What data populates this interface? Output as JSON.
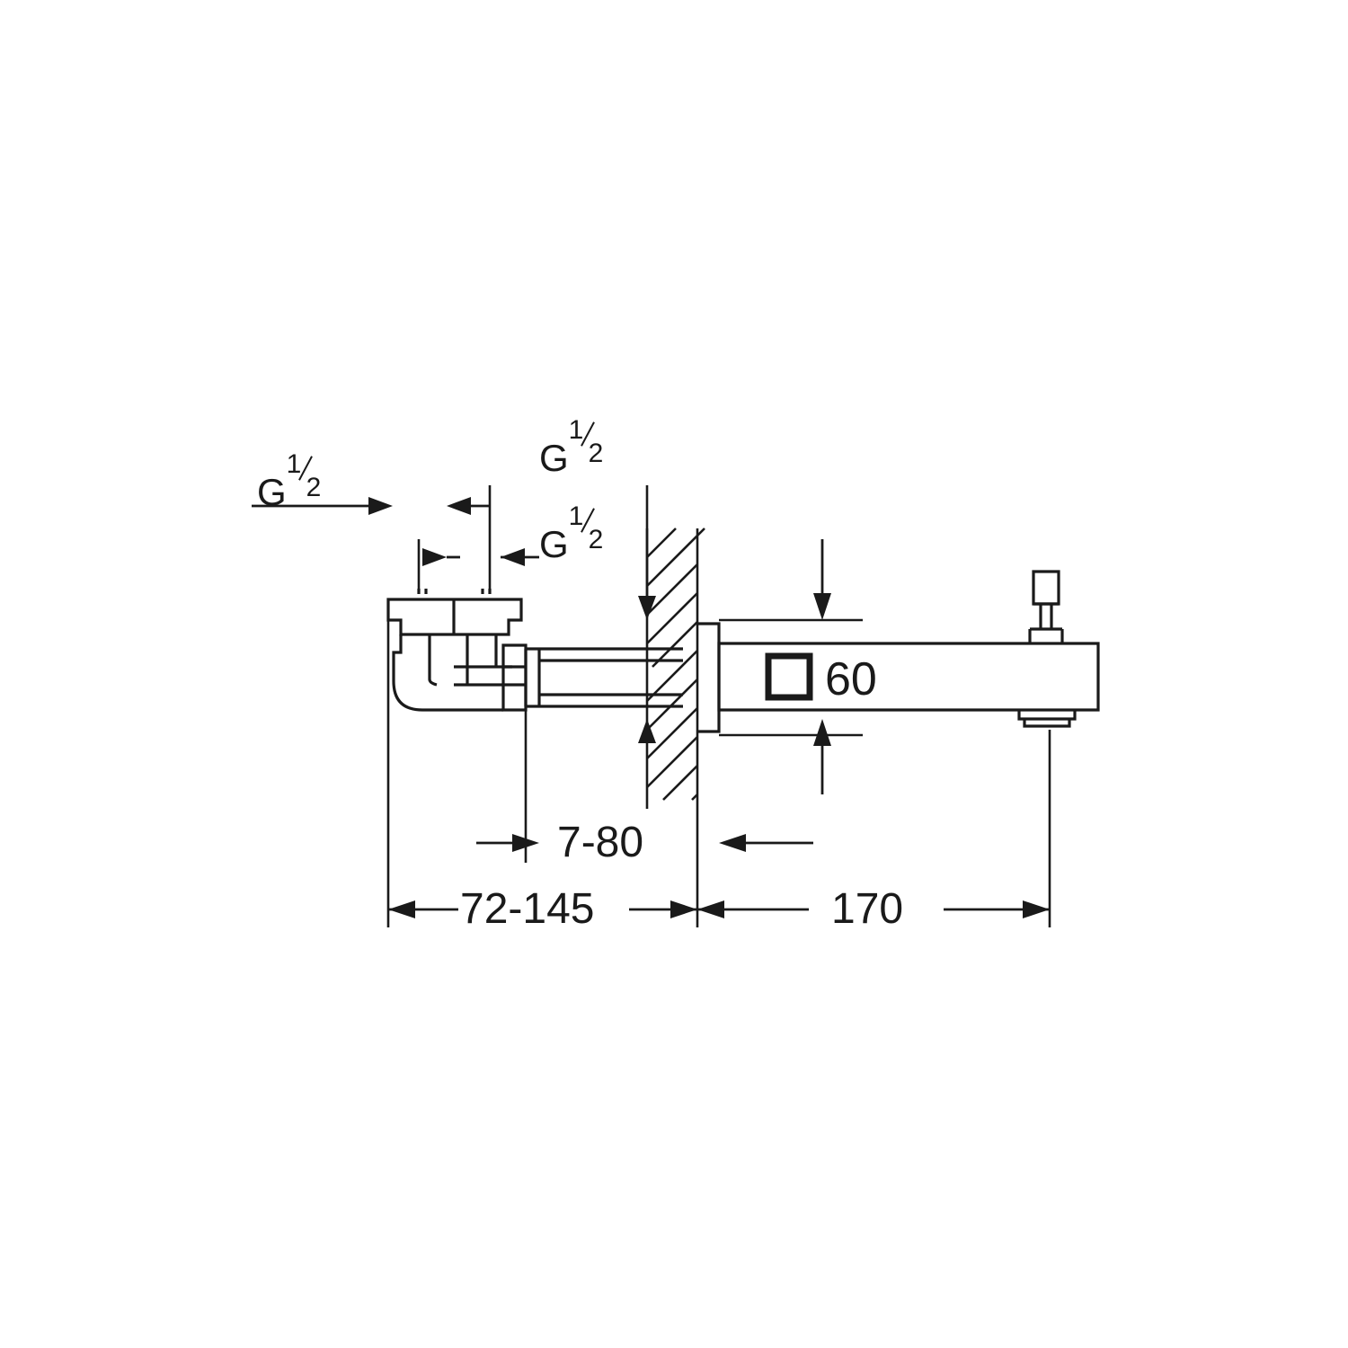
{
  "drawing": {
    "title": "Technical dimension drawing of wall-mounted bath spout",
    "type": "technical-line-drawing",
    "line_color": "#1a1a1a",
    "background": "#ffffff"
  },
  "labels": {
    "thread_top_left": {
      "prefix": "G",
      "numerator": "1",
      "denominator": "2"
    },
    "thread_top_right": {
      "prefix": "G",
      "numerator": "1",
      "denominator": "2"
    },
    "thread_mid_right": {
      "prefix": "G",
      "numerator": "1",
      "denominator": "2"
    },
    "square_size": "60",
    "depth_range": "7-80",
    "length_range": "72-145",
    "projection": "170"
  },
  "icons": {
    "square_outline": "square-icon"
  }
}
